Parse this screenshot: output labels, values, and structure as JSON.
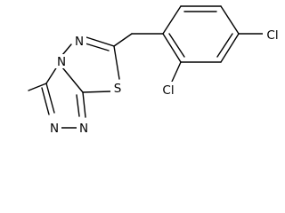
{
  "molecule": {
    "atoms": [
      {
        "id": "N_thiadiazole_top",
        "label": "N"
      },
      {
        "id": "N_bridge",
        "label": "N"
      },
      {
        "id": "S_ring",
        "label": "S"
      },
      {
        "id": "N_triazole_bottom_left",
        "label": "N"
      },
      {
        "id": "N_triazole_bottom_right",
        "label": "N"
      },
      {
        "id": "Cl_ortho",
        "label": "Cl"
      },
      {
        "id": "Cl_para",
        "label": "Cl"
      }
    ]
  }
}
